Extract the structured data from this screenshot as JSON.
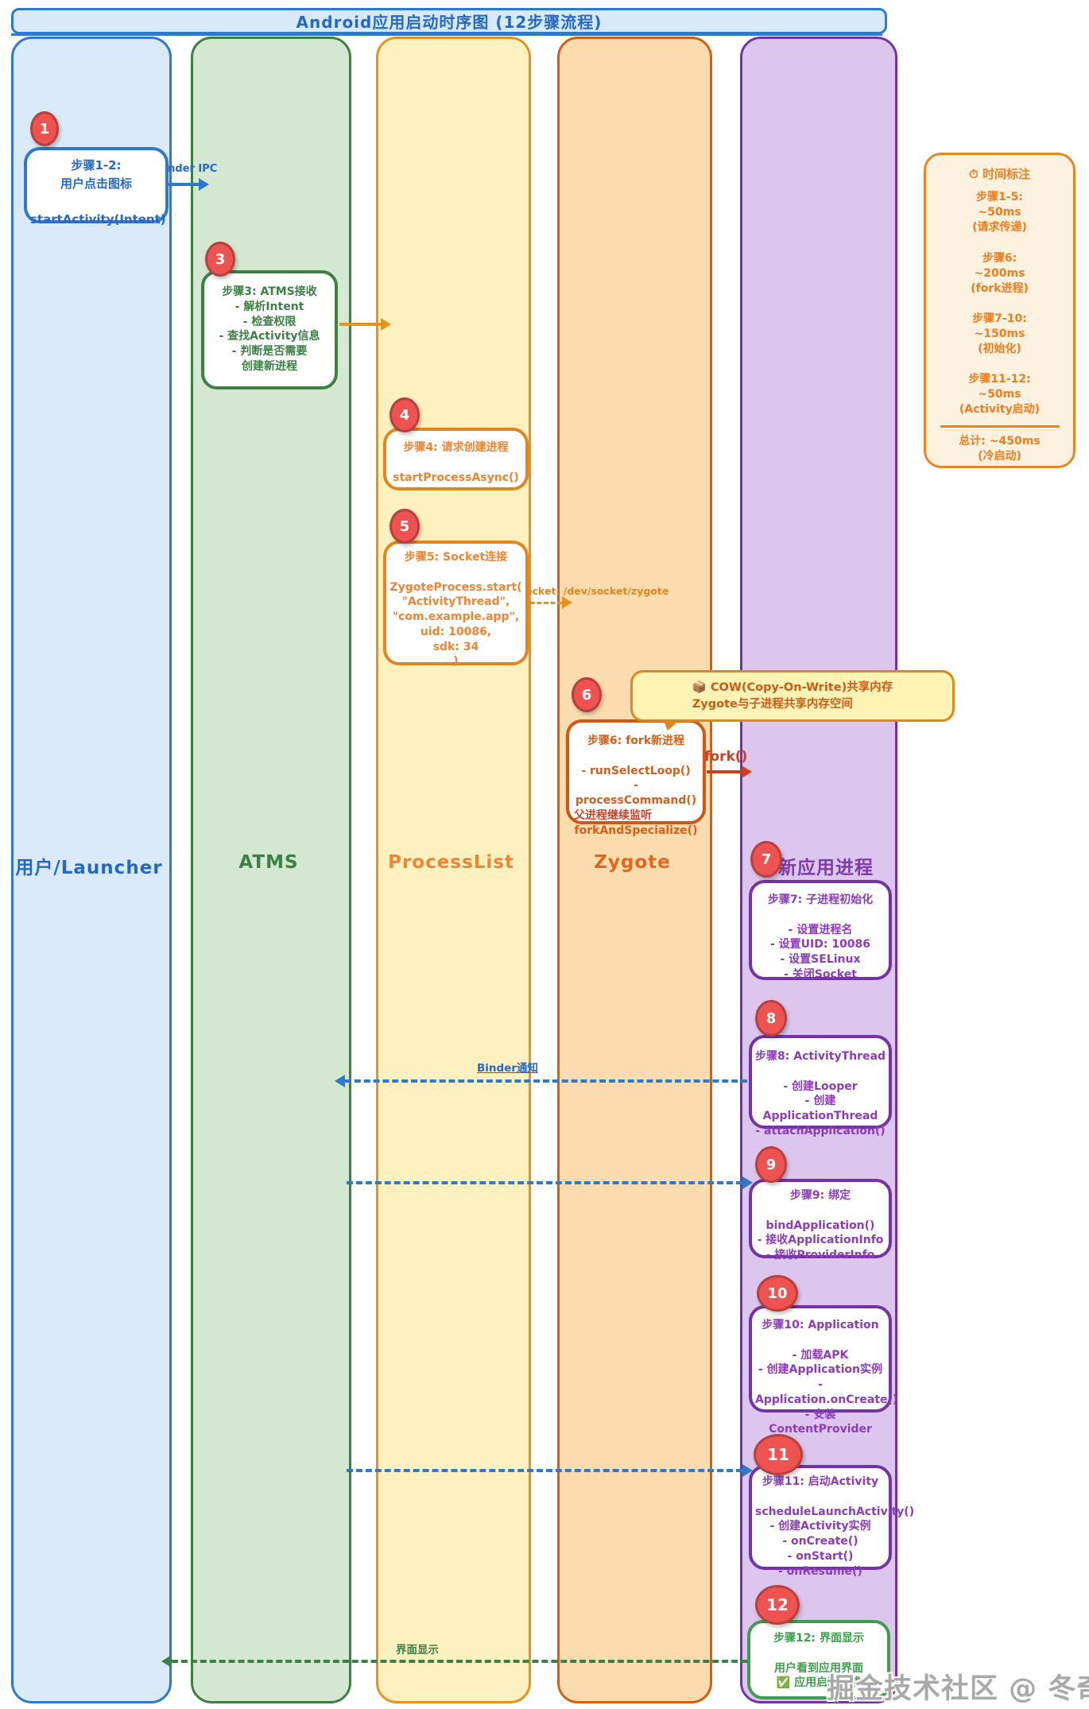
{
  "title": "Android应用启动时序图 (12步骤流程)",
  "lanes": [
    {
      "label": "用户/Launcher",
      "accent": "#2e79c9",
      "fill": "#daeaf8"
    },
    {
      "label": "ATMS",
      "accent": "#3d8044",
      "fill": "#d3e7d1"
    },
    {
      "label": "ProcessList",
      "accent": "#e6921f",
      "fill": "#fdf1c0"
    },
    {
      "label": "Zygote",
      "accent": "#d35f13",
      "fill": "#fbdcae"
    },
    {
      "label": "新应用进程",
      "accent": "#7333a7",
      "fill": "#dcc6ee"
    }
  ],
  "steps": [
    {
      "badge": "1",
      "lines": [
        "步骤1-2:",
        "用户点击图标",
        "",
        "startActivity(Intent)"
      ]
    },
    {
      "badge": "3",
      "lines": [
        "步骤3: ATMS接收",
        "- 解析Intent",
        "- 检查权限",
        "- 查找Activity信息",
        "- 判断是否需要",
        "创建新进程"
      ]
    },
    {
      "badge": "4",
      "lines": [
        "步骤4: 请求创建进程",
        "",
        "startProcessAsync()"
      ]
    },
    {
      "badge": "5",
      "lines": [
        "步骤5: Socket连接",
        "",
        "ZygoteProcess.start(",
        "\"ActivityThread\",",
        "\"com.example.app\",",
        "uid: 10086,",
        "sdk: 34",
        ")"
      ]
    },
    {
      "badge": "6",
      "lines": [
        "步骤6: fork新进程",
        "",
        "- runSelectLoop()",
        "- processCommand()"
      ],
      "overlap_code": "- forkAndSpecialize()",
      "overlap_note": "父进程继续监听"
    },
    {
      "badge": "7",
      "lines": [
        "步骤7: 子进程初始化",
        "",
        "- 设置进程名",
        "- 设置UID: 10086",
        "- 设置SELinux",
        "- 关闭Socket"
      ]
    },
    {
      "badge": "8",
      "lines": [
        "步骤8: ActivityThread",
        "",
        "- 创建Looper",
        "- 创建ApplicationThread",
        "- attachApplication()"
      ]
    },
    {
      "badge": "9",
      "lines": [
        "步骤9: 绑定",
        "",
        "bindApplication()",
        "- 接收ApplicationInfo",
        "- 接收ProviderInfo"
      ]
    },
    {
      "badge": "10",
      "lines": [
        "步骤10: Application",
        "",
        "- 加载APK",
        "- 创建Application实例",
        "- Application.onCreate()",
        "- 安装ContentProvider"
      ]
    },
    {
      "badge": "11",
      "lines": [
        "步骤11: 启动Activity",
        "",
        "scheduleLaunchActivity()",
        "- 创建Activity实例",
        "- onCreate()",
        "- onStart()",
        "- onResume()"
      ]
    },
    {
      "badge": "12",
      "lines": [
        "步骤12: 界面显示",
        "",
        "用户看到应用界面",
        "✅ 应用启动完成"
      ]
    }
  ],
  "arrows": {
    "binder_ipc": "Binder IPC",
    "socket": "Socket: /dev/socket/zygote",
    "fork": "fork()",
    "binder_notify": "Binder通知",
    "ui_display": "界面显示"
  },
  "cow_note": {
    "lines": [
      "📦 COW(Copy-On-Write)共享内存",
      "Zygote与子进程共享内存空间"
    ]
  },
  "timing": {
    "title": "⏱ 时间标注",
    "lines": [
      "步骤1-5:",
      "~50ms",
      "(请求传递)",
      "",
      "步骤6:",
      "~200ms",
      "(fork进程)",
      "",
      "步骤7-10:",
      "~150ms",
      "(初始化)",
      "",
      "步骤11-12:",
      "~50ms",
      "(Activity启动)"
    ],
    "total": [
      "总计: ~450ms",
      "(冷启动)"
    ]
  },
  "watermark": "掘金技术社区 @ 冬奇Lab",
  "colors": {
    "badge": "#ee5351",
    "arrow_blue": "#2e79c9",
    "arrow_orange": "#e6921f",
    "arrow_fork_red": "#cf3f1f",
    "arrow_green": "#3d8044",
    "timing_accent": "#e8861e"
  }
}
